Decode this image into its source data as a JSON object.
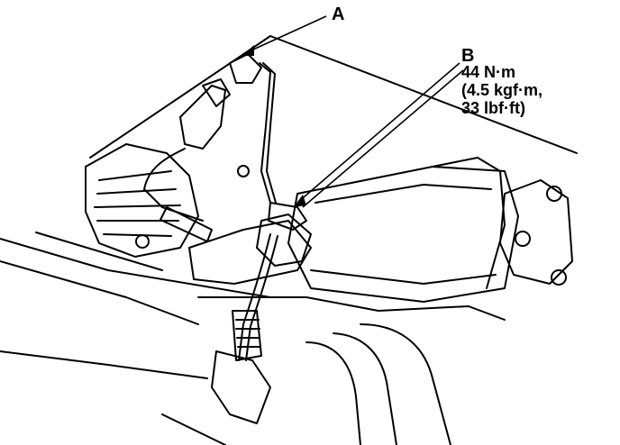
{
  "diagram": {
    "callouts": {
      "a": {
        "letter": "A"
      },
      "b": {
        "letter": "B",
        "torque_lines": [
          "44 N·m",
          "(4.5 kgf·m,",
          "33 lbf·ft)"
        ]
      }
    }
  }
}
